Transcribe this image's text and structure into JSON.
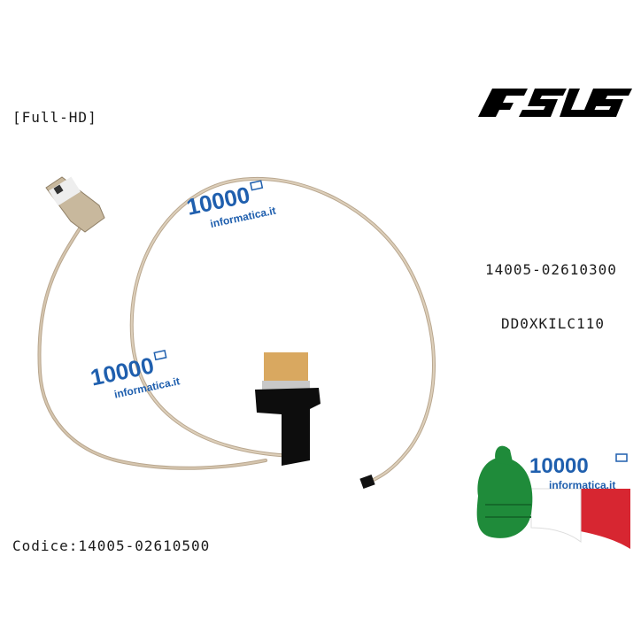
{
  "brand": {
    "logo_text": "ASUS",
    "accent": "#000000"
  },
  "labels": {
    "resolution": "[Full-HD]",
    "part_number_1": "14005-02610300",
    "part_number_2": "DD0XKILC110",
    "codice": "Codice:14005-02610500"
  },
  "watermark": {
    "number": "10000",
    "site": "informatica.it",
    "color": "#1f5fae"
  },
  "product_image": {
    "subject": "lcd-flex-cable",
    "cable_color": "#c9b8a0"
  },
  "flag_badge": {
    "colors": [
      "#1f8b3a",
      "#ffffff",
      "#d72631"
    ]
  }
}
